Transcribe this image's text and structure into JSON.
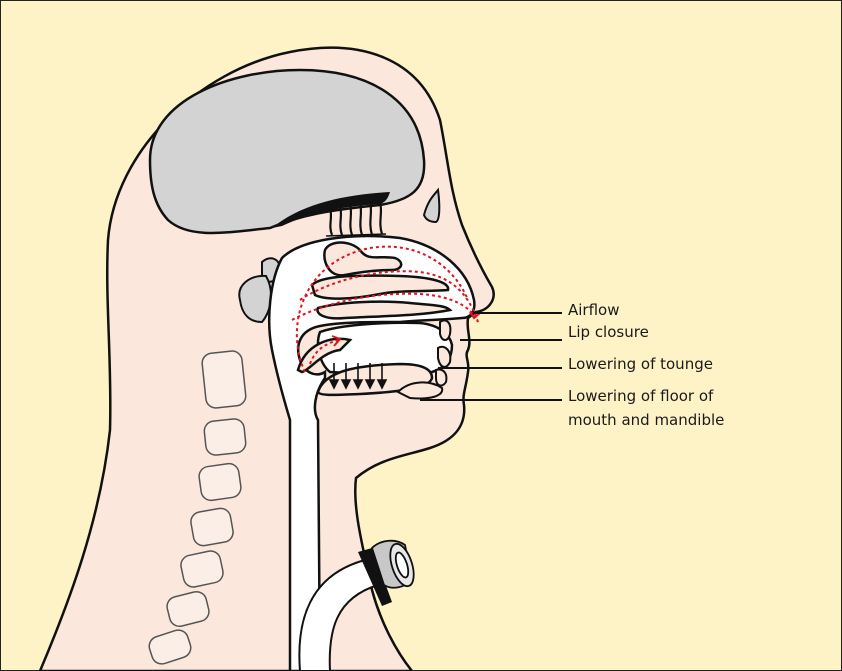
{
  "colors": {
    "background": "#fdf3c7",
    "skin": "#fbe7dc",
    "brain": "#d3d3d3",
    "airflow": "#e0141c",
    "outline": "#111111",
    "vertebra": "#fbeee6",
    "tube": "#ffffff",
    "valve": "#c8c8c8"
  },
  "labels": {
    "airflow": "Airflow",
    "lip_closure": "Lip closure",
    "lowering_tongue": "Lowering of tounge",
    "lowering_floor_line1": "Lowering of floor of",
    "lowering_floor_line2": "mouth and mandible"
  },
  "icons": {
    "airflow_arrows": "red-dotted-arrow",
    "tongue_arrows": "down-arrow"
  }
}
